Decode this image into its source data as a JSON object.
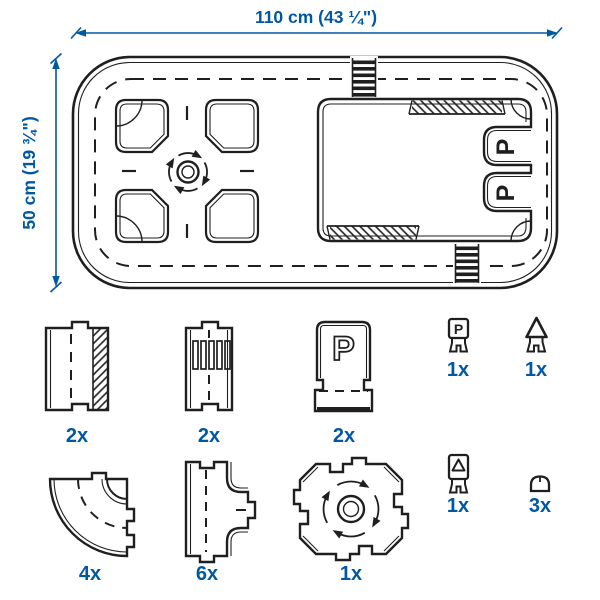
{
  "title": "toy road set assembly diagram",
  "colors": {
    "accent": "#0058A3",
    "line": "#1f1f1f",
    "background": "#ffffff"
  },
  "dimensions": {
    "width": "110 cm (43 ¼\")",
    "height": "50 cm (19 ¾\")"
  },
  "letters": {
    "p": "P"
  },
  "pieces": {
    "straight_edge": {
      "label": "straight road with hatched shoulder",
      "qty": "2x"
    },
    "straight_crosswalk": {
      "label": "straight road with crosswalk",
      "qty": "2x"
    },
    "parking": {
      "label": "parking bay with P marking",
      "qty": "2x",
      "letter": "P"
    },
    "sign_parking": {
      "label": "parking sign",
      "qty": "1x",
      "letter": "P"
    },
    "sign_warning": {
      "label": "triangle warning sign",
      "qty": "1x"
    },
    "curve": {
      "label": "90-degree curved road",
      "qty": "4x"
    },
    "t_junction": {
      "label": "T-junction road",
      "qty": "6x"
    },
    "roundabout": {
      "label": "roundabout",
      "qty": "1x"
    },
    "sign_board": {
      "label": "warning board sign",
      "qty": "1x"
    },
    "tunnel": {
      "label": "tunnel dome",
      "qty": "3x"
    }
  }
}
